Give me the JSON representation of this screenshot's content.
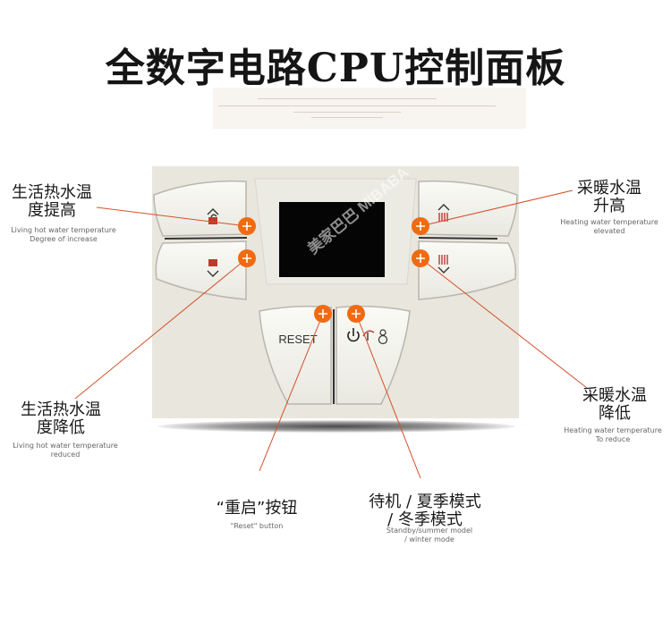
{
  "title": "全数字电路CPU控制面板",
  "buttons": {
    "reset_label": "RESET"
  },
  "callouts": {
    "dhw_up": {
      "cn_line1": "生活热水温",
      "cn_line2": "度提高",
      "en_line1": "Living hot water temperature",
      "en_line2": "Degree of increase"
    },
    "dhw_down": {
      "cn_line1": "生活热水温",
      "cn_line2": "度降低",
      "en_line1": "Living hot water temperature",
      "en_line2": "reduced"
    },
    "heat_up": {
      "cn_line1": "采暖水温",
      "cn_line2": "升高",
      "en_line1": "Heating water temperature",
      "en_line2": "elevated"
    },
    "heat_down": {
      "cn_line1": "采暖水温",
      "cn_line2": "降低",
      "en_line1": "Heating water temperature",
      "en_line2": "To reduce"
    },
    "reset": {
      "cn": "“重启”按钮",
      "en": "\"Reset\" button"
    },
    "mode": {
      "cn_line1": "待机 / 夏季模式",
      "cn_line2": "/ 冬季模式",
      "en_line1": "Standby/summer model",
      "en_line2": "/ winter mode"
    }
  },
  "watermark": "美家巴巴 MIBABA",
  "colors": {
    "marker": "#f26a10",
    "leader_line": "#d4502a",
    "panel": "#e8e6dd",
    "button_face": "#f3f2ec",
    "screen": "#050505"
  }
}
